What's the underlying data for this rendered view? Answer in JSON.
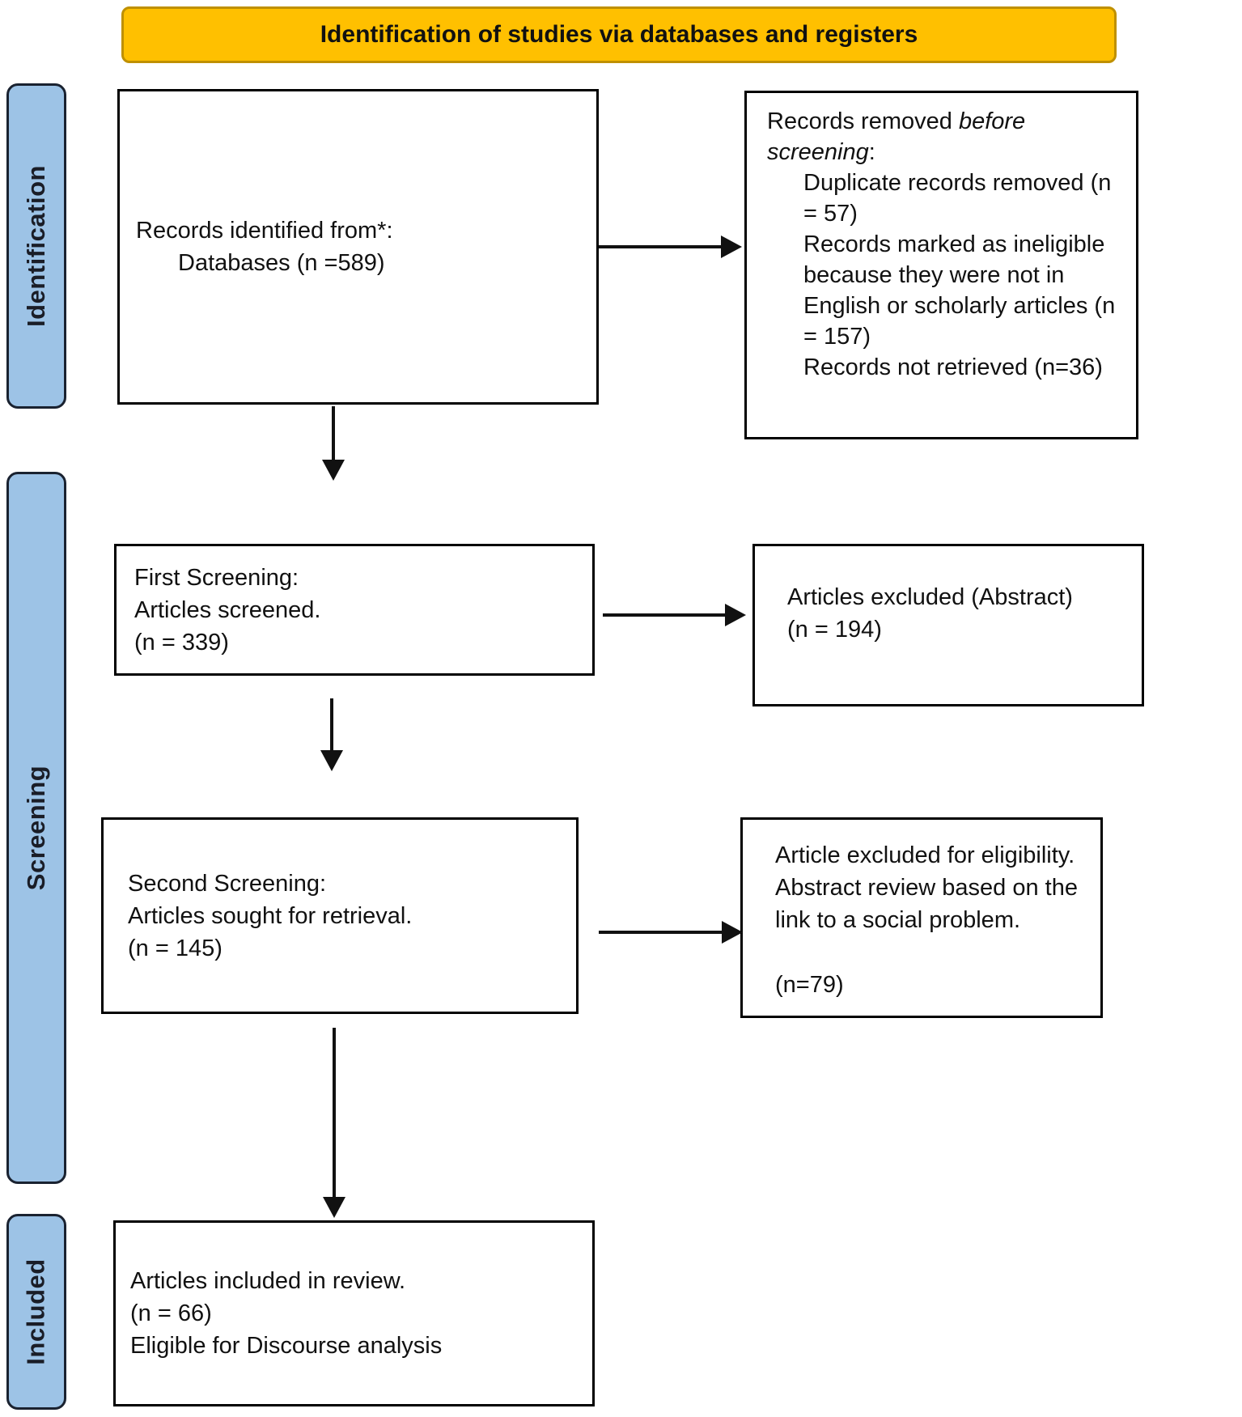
{
  "banner": {
    "title": "Identification of studies via databases and registers"
  },
  "stage_labels": {
    "identification": "Identification",
    "screening": "Screening",
    "included": "Included"
  },
  "boxes": {
    "records_identified": {
      "line1": "Records identified from*:",
      "line2": "Databases (n =589)"
    },
    "records_removed": {
      "intro_prefix": "Records removed ",
      "intro_italic": "before screening",
      "intro_suffix": ":",
      "items": [
        "Duplicate records removed (n = 57)",
        "Records marked as ineligible because they were not in English or scholarly articles (n = 157)",
        "Records not retrieved (n=36)"
      ]
    },
    "first_screening": {
      "line1": "First Screening:",
      "line2": "Articles screened.",
      "line3": "(n = 339)"
    },
    "articles_excluded_abstract": {
      "line1": "Articles excluded (Abstract)",
      "line2": "(n = 194)"
    },
    "second_screening": {
      "line1": "Second Screening:",
      "line2": "Articles sought for retrieval.",
      "line3": "(n = 145)"
    },
    "articles_excluded_eligibility": {
      "line1": "Article excluded for eligibility.",
      "line2": "Abstract review based on the",
      "line3": "link to a social problem.",
      "line4": "(n=79)"
    },
    "articles_included": {
      "line1": "Articles included in review.",
      "line2": "(n = 66)",
      "line3": "Eligible for Discourse analysis"
    }
  },
  "colors": {
    "banner_fill": "#FFC000",
    "banner_border": "#BF9000",
    "stage_fill": "#9DC3E6",
    "stage_border": "#1a2230",
    "stage_text": "#1a1d27",
    "box_border": "#000000",
    "text": "#111111"
  }
}
